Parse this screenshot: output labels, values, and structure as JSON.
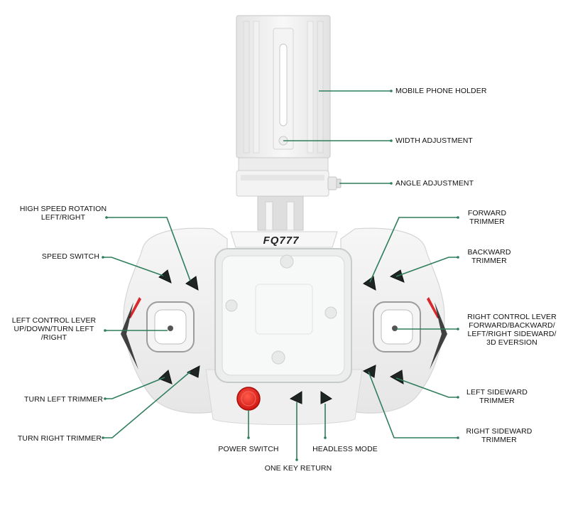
{
  "brand": "FQ777",
  "colors": {
    "leader_line": "#2e7d5b",
    "power_button": "#e8201c",
    "accent_red": "#d8282a",
    "button_dark": "#1f2523",
    "body_light": "#f3f3f3",
    "body_edge": "#dcdcdc"
  },
  "labels": {
    "mobile_phone_holder": [
      "MOBILE PHONE HOLDER"
    ],
    "width_adjustment": [
      "WIDTH ADJUSTMENT"
    ],
    "angle_adjustment": [
      "ANGLE ADJUSTMENT"
    ],
    "high_speed_rotation": [
      "HIGH SPEED ROTATION",
      "LEFT/RIGHT"
    ],
    "speed_switch": [
      "SPEED SWITCH"
    ],
    "left_control_lever": [
      "LEFT CONTROL LEVER",
      "UP/DOWN/TURN LEFT",
      "/RIGHT"
    ],
    "turn_left_trimmer": [
      "TURN LEFT TRIMMER"
    ],
    "turn_right_trimmer": [
      "TURN RIGHT TRIMMER"
    ],
    "forward_trimmer": [
      "FORWARD",
      "TRIMMER"
    ],
    "backward_trimmer": [
      "BACKWARD",
      "TRIMMER"
    ],
    "right_control_lever": [
      "RIGHT CONTROL LEVER",
      "FORWARD/BACKWARD/",
      "LEFT/RIGHT SIDEWARD/",
      "3D EVERSION"
    ],
    "left_sideward_trimmer": [
      "LEFT SIDEWARD",
      "TRIMMER"
    ],
    "right_sideward_trimmer": [
      "RIGHT SIDEWARD",
      "TRIMMER"
    ],
    "power_switch": [
      "POWER SWITCH"
    ],
    "headless_mode": [
      "HEADLESS MODE"
    ],
    "one_key_return": [
      "ONE KEY RETURN"
    ]
  }
}
